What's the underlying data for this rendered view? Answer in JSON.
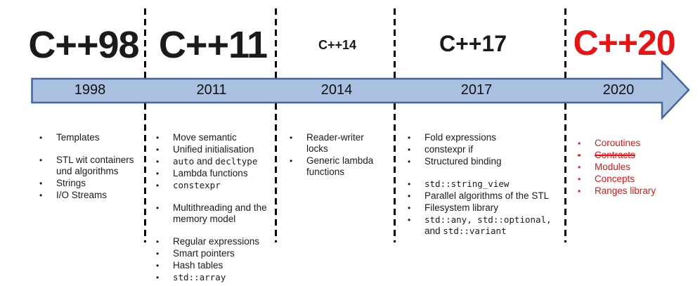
{
  "colors": {
    "background": "#ffffff",
    "arrow_fill": "#a9c0e0",
    "arrow_border": "#44689c",
    "text": "#1a1a1a",
    "accent_red": "#ee1111",
    "separator": "#000000"
  },
  "diagram_title": "C++ standards timeline",
  "columns": [
    {
      "id": "cpp98",
      "title": "C++98",
      "year": "1998",
      "features": [
        {
          "segments": [
            {
              "text": "Templates"
            }
          ]
        },
        {
          "gap_before": true,
          "segments": [
            {
              "text": "STL wit containers und algorithms"
            }
          ]
        },
        {
          "segments": [
            {
              "text": "Strings"
            }
          ]
        },
        {
          "segments": [
            {
              "text": "I/O Streams"
            }
          ]
        }
      ]
    },
    {
      "id": "cpp11",
      "title": "C++11",
      "year": "2011",
      "features": [
        {
          "segments": [
            {
              "text": "Move semantic"
            }
          ]
        },
        {
          "segments": [
            {
              "text": "Unified initialisation"
            }
          ]
        },
        {
          "segments": [
            {
              "text": "auto",
              "mono": true
            },
            {
              "text": " and "
            },
            {
              "text": "decltype",
              "mono": true
            }
          ]
        },
        {
          "segments": [
            {
              "text": "Lambda functions"
            }
          ]
        },
        {
          "segments": [
            {
              "text": "constexpr",
              "mono": true
            }
          ]
        },
        {
          "gap_before": true,
          "segments": [
            {
              "text": "Multithreading and the memory model"
            }
          ]
        },
        {
          "gap_before": true,
          "segments": [
            {
              "text": "Regular expressions"
            }
          ]
        },
        {
          "segments": [
            {
              "text": "Smart pointers"
            }
          ]
        },
        {
          "segments": [
            {
              "text": "Hash tables"
            }
          ]
        },
        {
          "segments": [
            {
              "text": "std::array",
              "mono": true
            }
          ]
        }
      ]
    },
    {
      "id": "cpp14",
      "title": "C++14",
      "year": "2014",
      "features": [
        {
          "segments": [
            {
              "text": "Reader-writer locks"
            }
          ]
        },
        {
          "segments": [
            {
              "text": "Generic lambda functions"
            }
          ]
        }
      ]
    },
    {
      "id": "cpp17",
      "title": "C++17",
      "year": "2017",
      "features": [
        {
          "segments": [
            {
              "text": "Fold expressions"
            }
          ]
        },
        {
          "segments": [
            {
              "text": "constexpr if"
            }
          ]
        },
        {
          "segments": [
            {
              "text": "Structured binding"
            }
          ]
        },
        {
          "gap_before": true,
          "segments": [
            {
              "text": "std::string_view",
              "mono": true
            }
          ]
        },
        {
          "segments": [
            {
              "text": "Parallel algorithms of the STL"
            }
          ]
        },
        {
          "segments": [
            {
              "text": "Filesystem library"
            }
          ]
        },
        {
          "segments": [
            {
              "text": "std::any, std::optional,",
              "mono": true
            },
            {
              "text": " and "
            },
            {
              "text": "std::variant",
              "mono": true
            }
          ]
        }
      ]
    },
    {
      "id": "cpp20",
      "title": "C++20",
      "year": "2020",
      "features": [
        {
          "segments": [
            {
              "text": "Coroutines"
            }
          ]
        },
        {
          "strike": true,
          "segments": [
            {
              "text": "Contracts"
            }
          ]
        },
        {
          "segments": [
            {
              "text": "Modules"
            }
          ]
        },
        {
          "segments": [
            {
              "text": "Concepts"
            }
          ]
        },
        {
          "segments": [
            {
              "text": "Ranges library"
            }
          ]
        }
      ]
    }
  ]
}
